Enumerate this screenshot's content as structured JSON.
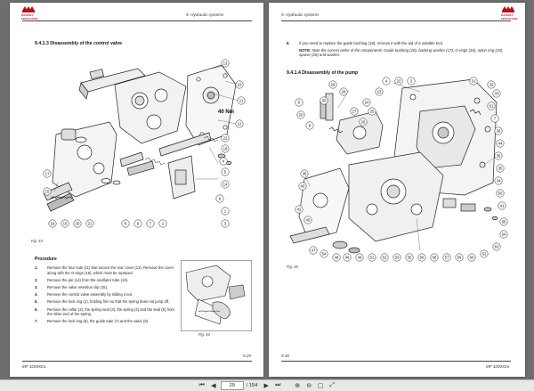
{
  "viewer": {
    "current_page": "29",
    "total_pages": "/ 154"
  },
  "left_page": {
    "logo_text": "MASSEY FERGUSON",
    "header": "9. Hydraulic systems",
    "section_title": "9.4.1.3  Disassembly of the control valve",
    "figure_caption": "Fig. 43",
    "torque_label": "40 Nm",
    "callouts": [
      "13",
      "10",
      "11",
      "12",
      "22",
      "18",
      "4",
      "5",
      "14",
      "6",
      "1",
      "3",
      "17",
      "15",
      "19",
      "16",
      "20",
      "21",
      "8",
      "9",
      "7",
      "2"
    ],
    "procedure_heading": "Procedure",
    "steps": [
      {
        "num": "1.",
        "text": "Remove the four nuts (11) that secure the rear cover (12). Remove the cover along with the O-rings (19), which must be replaced."
      },
      {
        "num": "2.",
        "text": "Remove the pin (14) from the oscillator tube (10)."
      },
      {
        "num": "3.",
        "text": "Remove the valve retention clip (15)."
      },
      {
        "num": "4.",
        "text": "Remove the control valve assembly by sliding it out."
      },
      {
        "num": "5.",
        "text": "Remove the lock ring (1), holding firm so that the spring does not jump off."
      },
      {
        "num": "6.",
        "text": "Remove the collar (2), the spring seat (3), the spring (4) and the seal (5) from the other end of the spring."
      },
      {
        "num": "7.",
        "text": "Remove the lock ring (6), the guide tube (7) and the valve (8)."
      }
    ],
    "inset_caption": "Fig. 44",
    "page_number": "9.29",
    "footer_model": "MF 4200Xtra"
  },
  "right_page": {
    "logo_text": "MASSEY FERGUSON",
    "header": "9. Hydraulic systems",
    "step8_num": "8.",
    "step8_text": "If you need to replace the guide bushing (18), remove it with the aid of a suitable tool.",
    "note_label": "NOTE:",
    "note_text": "Note the correct order of the components: Guide bushing (18), backing washer (17), O-rings (16), nylon ring (19), spacer (20) and washer.",
    "section_title": "9.4.1.4  Disassembly of the pump",
    "figure_caption": "Fig. 45",
    "callouts": [
      "4",
      "22",
      "3",
      "23",
      "24",
      "31",
      "32",
      "25",
      "26",
      "27",
      "28",
      "29",
      "30",
      "33",
      "61",
      "6",
      "20",
      "8",
      "7",
      "38",
      "44",
      "36",
      "35",
      "34",
      "39",
      "40",
      "42",
      "45",
      "50",
      "41",
      "47",
      "54",
      "48",
      "46",
      "49",
      "51",
      "52",
      "53",
      "55",
      "56",
      "58",
      "57",
      "59",
      "60",
      "62",
      "63",
      "64",
      "65"
    ],
    "page_number": "9.30",
    "footer_model": "MF 4200Xtra"
  }
}
